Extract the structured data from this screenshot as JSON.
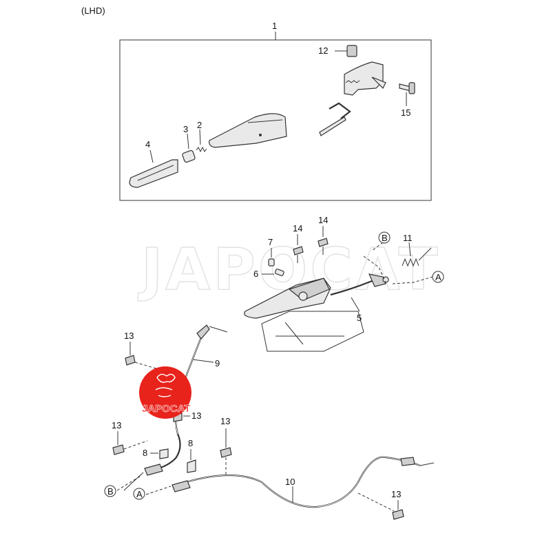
{
  "header": {
    "variant": "(LHD)"
  },
  "callouts": {
    "c1": "1",
    "c2": "2",
    "c3": "3",
    "c4": "4",
    "c12": "12",
    "c15": "15",
    "c14a": "14",
    "c14b": "14",
    "c7": "7",
    "c6": "6",
    "c11": "11",
    "c5": "5",
    "c13a": "13",
    "c13b": "13",
    "c13c": "13",
    "c13d": "13",
    "c13e": "13",
    "c9": "9",
    "c8a": "8",
    "c8b": "8",
    "c10": "10"
  },
  "connectors": {
    "a_top": "A",
    "b_top": "B",
    "a_bottom": "A",
    "b_bottom": "B"
  },
  "watermark": {
    "text": "JAPOCAT"
  },
  "logo": {
    "text": "JAPOCAT",
    "color": "#e8231c"
  }
}
